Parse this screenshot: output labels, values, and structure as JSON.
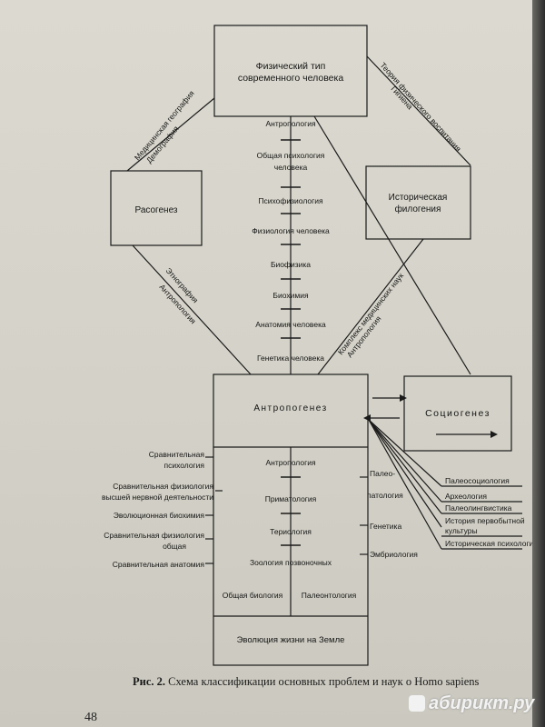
{
  "diagram": {
    "top_box": "Физический тип современного человека",
    "left_box": "Расогенез",
    "right_box": "Историческая филогения",
    "center_box": "Антропогенез",
    "sociogenesis_box": "Социогенез",
    "bottom_box": "Эволюция жизни на Земле",
    "upper_column": [
      "Антропология",
      "Общая психология человека",
      "Психофизиология",
      "Физиология человека",
      "Биофизика",
      "Биохимия",
      "Анатомия человека",
      "Генетика человека"
    ],
    "lower_column": [
      "Антропология",
      "Приматология",
      "Териология",
      "Зоология позвоночных"
    ],
    "bottom_left": "Общая биология",
    "bottom_right": "Палеонтология",
    "left_sciences": [
      "Сравнительная психология",
      "Сравнительная физиология высшей нервной деятельности",
      "Эволюционная биохимия",
      "Сравнительная физиология общая",
      "Сравнительная анатомия"
    ],
    "right_inner_sciences": [
      "Палеопатология",
      "Генетика",
      "Эмбриология"
    ],
    "right_fan_sciences": [
      "Палеосоциология",
      "Археология",
      "Палеолингвистика",
      "История первобытной культуры",
      "Историческая психология"
    ],
    "edge_top_left": "Медицинская география Демография",
    "edge_top_right": "Теория физического воспитания Гигиена",
    "edge_bottom_left": "Этнография Антропология",
    "edge_bottom_right": "Комплекс медицинских наук Антропология"
  },
  "caption": {
    "label": "Рис. 2.",
    "text": "Схема классификации основных проблем и наук о Homo sapiens"
  },
  "page_number": "48",
  "watermark": "абирикт.ру"
}
